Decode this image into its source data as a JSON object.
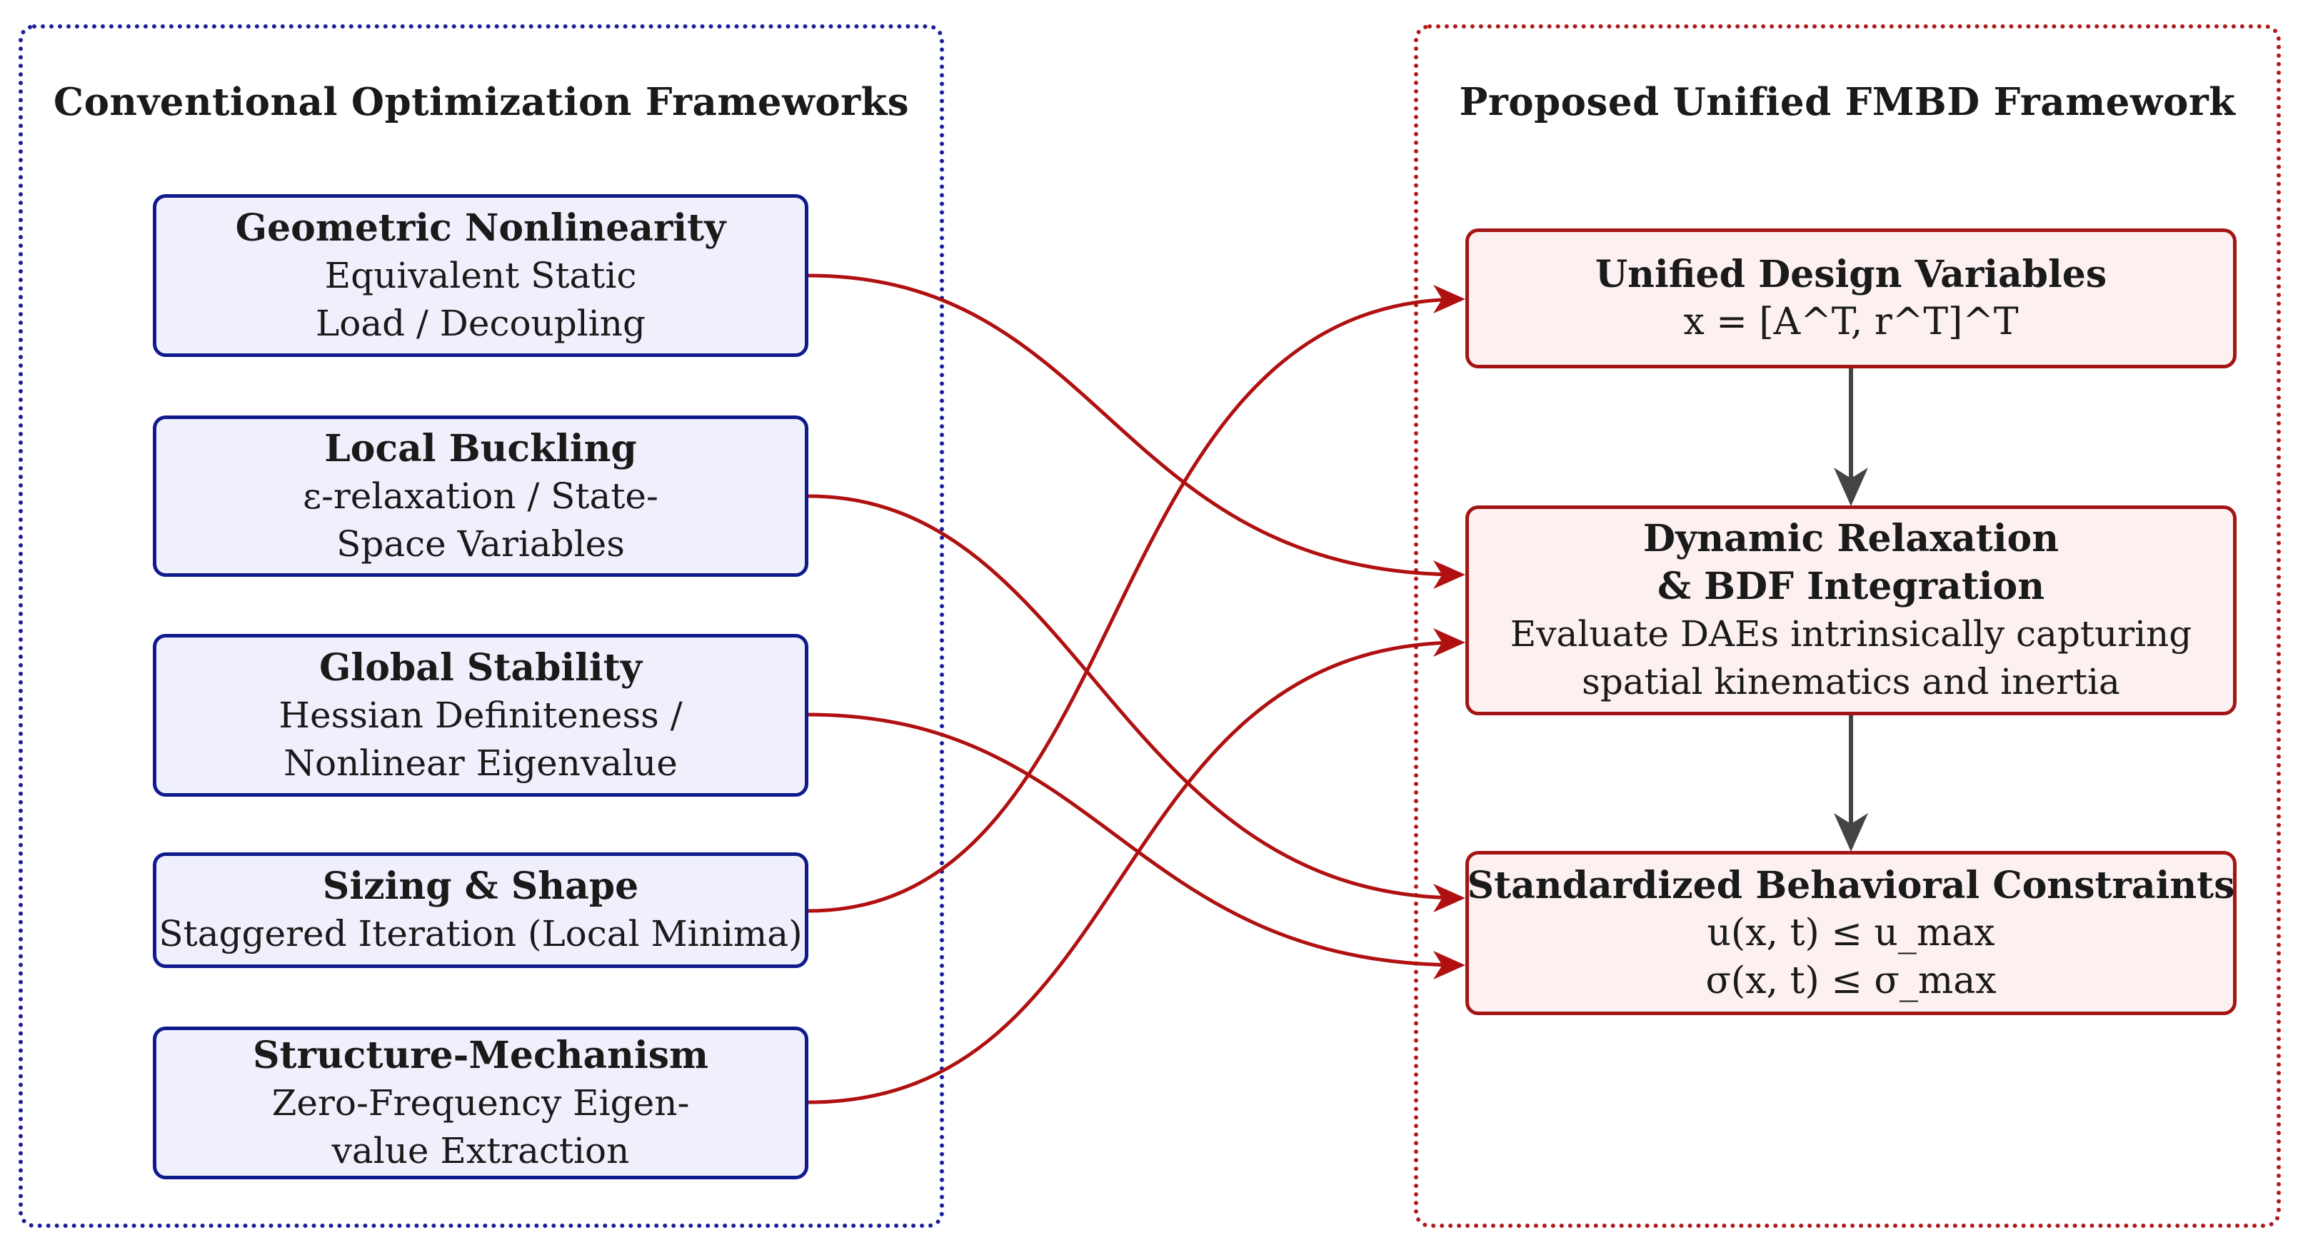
{
  "left_panel": {
    "title": "Conventional Optimization Frameworks",
    "boxes": [
      {
        "head": "Geometric Nonlinearity",
        "lines": [
          "Equivalent Static",
          "Load / Decoupling"
        ]
      },
      {
        "head": "Local Buckling",
        "lines": [
          "ε-relaxation / State-",
          "Space Variables"
        ]
      },
      {
        "head": "Global Stability",
        "lines": [
          "Hessian Definiteness /",
          "Nonlinear Eigenvalue"
        ]
      },
      {
        "head": "Sizing & Shape",
        "lines": [
          "Staggered Iteration (Local Minima)"
        ]
      },
      {
        "head": "Structure-Mechanism",
        "lines": [
          "Zero-Frequency Eigen-",
          "value Extraction"
        ]
      }
    ]
  },
  "right_panel": {
    "title": "Proposed Unified FMBD Framework",
    "boxes": [
      {
        "head": "Unified Design Variables",
        "math": [
          "x = [A^T, r^T]^T"
        ]
      },
      {
        "head": "Dynamic Relaxation",
        "head2": "& BDF Integration",
        "lines": [
          "Evaluate DAEs intrinsically capturing",
          "spatial kinematics and inertia"
        ]
      },
      {
        "head": "Standardized Behavioral Constraints",
        "math": [
          "u(x, t) ≤ u_max",
          "σ(x, t) ≤ σ_max"
        ]
      }
    ]
  },
  "colors": {
    "left_border": "#0f1a8c",
    "left_fill": "#f0f0fc",
    "right_border": "#a31515",
    "right_fill": "#fcf0f0",
    "connector": "#b01010",
    "flow_arrow": "#444444"
  },
  "connections": [
    {
      "from": "Geometric Nonlinearity",
      "to": "Dynamic Relaxation"
    },
    {
      "from": "Local Buckling",
      "to": "Standardized Behavioral Constraints"
    },
    {
      "from": "Global Stability",
      "to": "Standardized Behavioral Constraints"
    },
    {
      "from": "Sizing & Shape",
      "to": "Unified Design Variables"
    },
    {
      "from": "Structure-Mechanism",
      "to": "Dynamic Relaxation"
    }
  ]
}
